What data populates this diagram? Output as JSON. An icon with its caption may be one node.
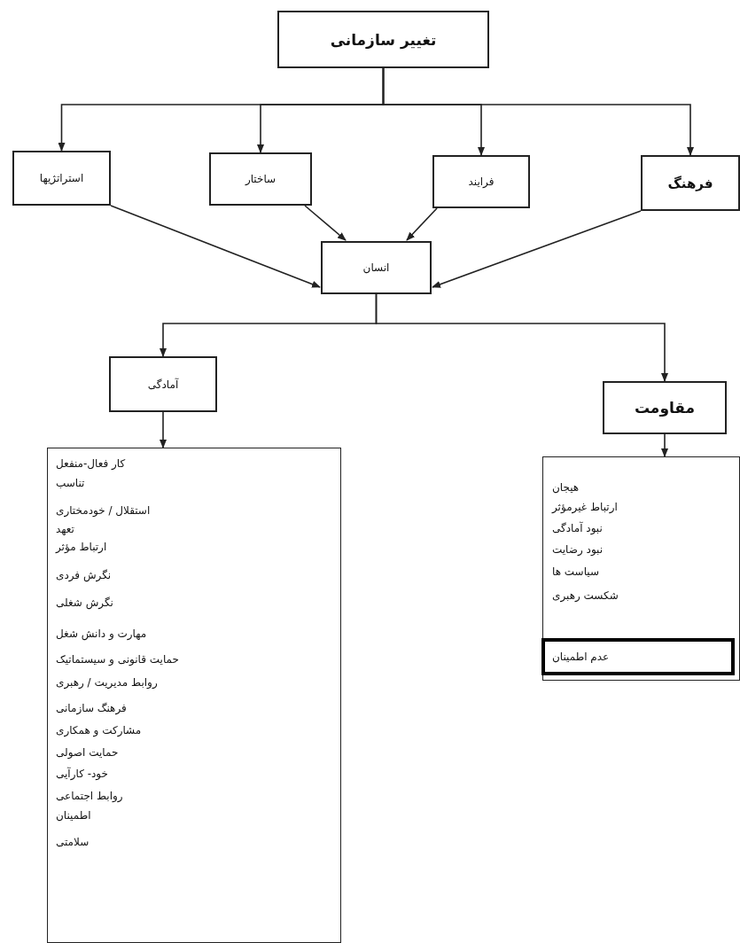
{
  "diagram": {
    "nodes": [
      {
        "text": [
          "تغییر سازمانی"
        ]
      },
      {
        "text": [
          "استراتژیها"
        ]
      },
      {
        "text": [
          "ساختار"
        ]
      },
      {
        "text": [
          "فرایند"
        ]
      },
      {
        "text": [
          "فرهنگ"
        ]
      },
      {
        "text": [
          "انسان"
        ]
      },
      {
        "text": [
          "آمادگی"
        ]
      },
      {
        "text": [
          "مقاومت"
        ]
      },
      {
        "text": [
          "کار فعال-منفعل",
          "تناسب",
          "استقلال / خودمختاری",
          "تعهد",
          "ارتباط مؤثر",
          "نگرش فردی",
          "نگرش شغلی",
          "مهارت و دانش شغل",
          "حمایت قانونی و سیستماتیک",
          "روابط مدیریت / رهبری",
          "فرهنگ سازمانی",
          "مشارکت و همکاری",
          "حمایت اصولی",
          "خود- کارآیی",
          "روابط اجتماعی",
          "اطمینان",
          "سلامتی"
        ]
      },
      {
        "text": [
          "هیجان",
          "ارتباط غیرمؤثر",
          "نبود آمادگی",
          "نبود رضایت",
          "سیاست ها",
          "شکست رهبری"
        ]
      },
      {
        "text": [
          "عدم اطمینان"
        ],
        "in": 9
      }
    ],
    "edges": [
      {
        "from": 0,
        "to": 1,
        "arrow": "to"
      },
      {
        "from": 0,
        "to": 2,
        "arrow": "to"
      },
      {
        "from": 0,
        "to": 3,
        "arrow": "to"
      },
      {
        "from": 0,
        "to": 4,
        "arrow": "to"
      },
      {
        "from": 1,
        "to": 5,
        "arrow": "to"
      },
      {
        "from": 2,
        "to": 5,
        "arrow": "to"
      },
      {
        "from": 3,
        "to": 5,
        "arrow": "to"
      },
      {
        "from": 4,
        "to": 5,
        "arrow": "to"
      },
      {
        "from": 5,
        "to": 6,
        "arrow": "to"
      },
      {
        "from": 5,
        "to": 7,
        "arrow": "to"
      },
      {
        "from": 6,
        "to": 8,
        "arrow": "to"
      },
      {
        "from": 7,
        "to": 9,
        "arrow": "to"
      }
    ]
  }
}
